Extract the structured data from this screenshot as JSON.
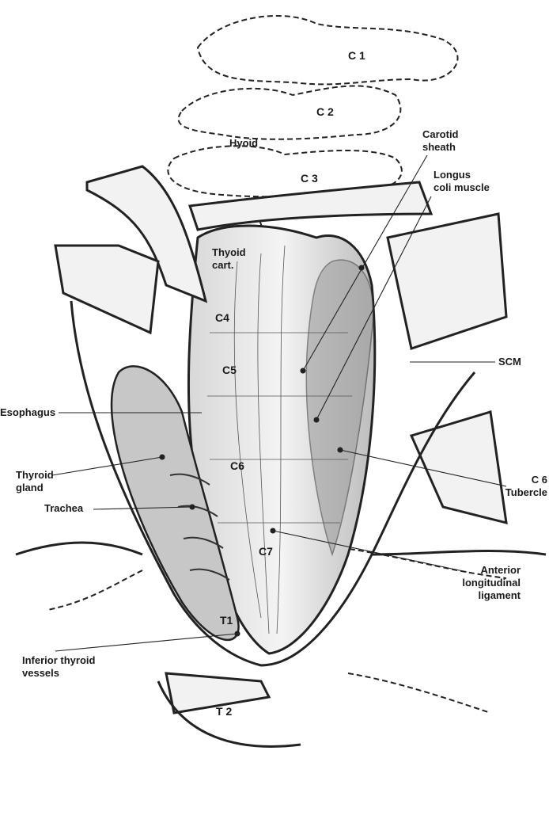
{
  "labels": {
    "c1": "C 1",
    "c2": "C 2",
    "hyoid": "Hyoid",
    "c3": "C 3",
    "carotid_sheath": [
      "Carotid",
      "sheath"
    ],
    "longus_coli": [
      "Longus",
      "coli muscle"
    ],
    "thyroid_cart": [
      "Thyoid",
      "cart."
    ],
    "c4": "C4",
    "c5": "C5",
    "scm": "SCM",
    "esophagus": "Esophagus",
    "c6": "C6",
    "thyroid_gland": [
      "Thyroid",
      "gland"
    ],
    "c6_tubercle": [
      "C 6",
      "Tubercle"
    ],
    "trachea": "Trachea",
    "c7": "C7",
    "anterior_longitudinal_ligament": [
      "Anterior",
      "longitudinal",
      "ligament"
    ],
    "t1": "T1",
    "inferior_thyroid_vessels": [
      "Inferior thyroid",
      "vessels"
    ],
    "t2": "T 2"
  }
}
